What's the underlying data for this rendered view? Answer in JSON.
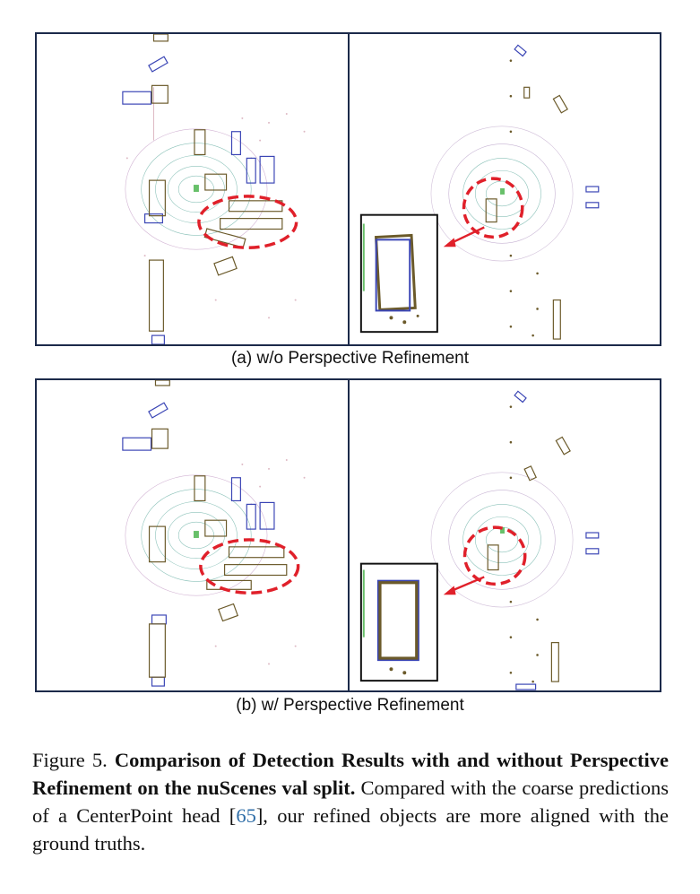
{
  "figure": {
    "panel_a_label": "(a) w/o Perspective Refinement",
    "panel_b_label": "(b) w/ Perspective Refinement",
    "caption": {
      "prefix": "Figure 5. ",
      "bold": "Comparison of Detection Results with and without Perspective Refinement on the nuScenes val split.",
      "rest_1": " Compared with the coarse predictions of a CenterPoint head [",
      "cite": "65",
      "rest_2": "], our refined objects are more aligned with the ground truths."
    }
  },
  "colors": {
    "frame": "#1c2a4a",
    "ground_truth_box": "#3a45b5",
    "prediction_box": "#6b5a2a",
    "highlight": "#e0202a",
    "citation": "#2f6ea8"
  }
}
